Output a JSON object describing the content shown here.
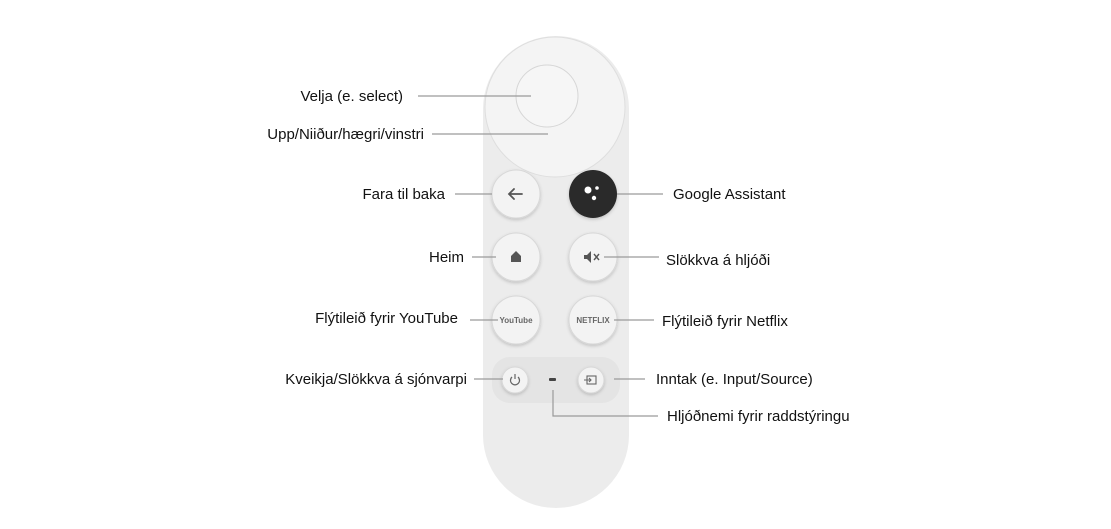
{
  "labels": {
    "select": "Velja (e. select)",
    "dpad": "Upp/Niiður/hægri/vinstri",
    "back": "Fara til baka",
    "assistant": "Google Assistant",
    "home": "Heim",
    "mute": "Slökkva á hljóði",
    "youtube": "Flýtileið fyrir YouTube",
    "netflix": "Flýtileið fyrir Netflix",
    "power": "Kveikja/Slökkva á sjónvarpi",
    "input": "Inntak (e. Input/Source)",
    "mic": "Hljóðnemi fyrir raddstýringu"
  },
  "button_text": {
    "youtube": "YouTube",
    "netflix": "NETFLIX"
  },
  "colors": {
    "remote": "#ededed",
    "assistant_button": "#2a2a2a"
  }
}
